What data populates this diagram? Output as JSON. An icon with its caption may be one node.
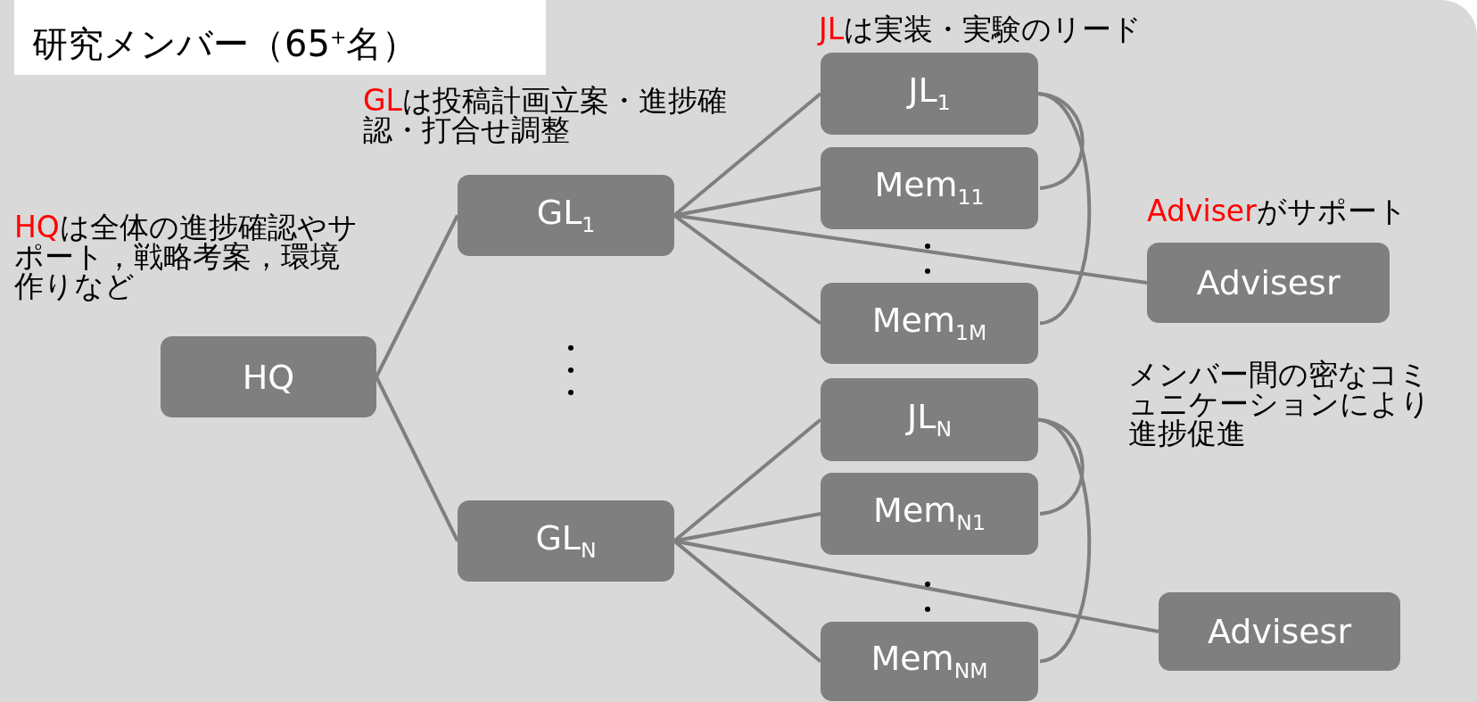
{
  "diagram": {
    "title": "研究メンバー（65$^{+}$名）",
    "nodes": [
      {
        "text": [
          "HQ"
        ]
      },
      {
        "text": [
          "GL$_{1}$"
        ]
      },
      {
        "text": [
          "GL$_{N}$"
        ]
      },
      {
        "text": [
          "JL$_{1}$"
        ]
      },
      {
        "text": [
          "Mem$_{11}$"
        ]
      },
      {
        "text": [
          "Mem$_{1M}$"
        ]
      },
      {
        "text": [
          "JL$_{N}$"
        ]
      },
      {
        "text": [
          "Mem$_{N1}$"
        ]
      },
      {
        "text": [
          "Mem$_{NM}$"
        ]
      },
      {
        "text": [
          "Advisesr"
        ]
      },
      {
        "text": [
          "Advisesr"
        ]
      }
    ],
    "edges": [
      {
        "from": 0,
        "to": 1,
        "arrow": "none"
      },
      {
        "from": 0,
        "to": 2,
        "arrow": "none"
      },
      {
        "from": 1,
        "to": 3,
        "arrow": "none"
      },
      {
        "from": 1,
        "to": 4,
        "arrow": "none"
      },
      {
        "from": 1,
        "to": 5,
        "arrow": "none"
      },
      {
        "from": 1,
        "to": 9,
        "arrow": "none"
      },
      {
        "from": 2,
        "to": 6,
        "arrow": "none"
      },
      {
        "from": 2,
        "to": 7,
        "arrow": "none"
      },
      {
        "from": 2,
        "to": 8,
        "arrow": "none"
      },
      {
        "from": 2,
        "to": 10,
        "arrow": "none"
      },
      {
        "from": 3,
        "to": 4,
        "arrow": "none"
      },
      {
        "from": 3,
        "to": 5,
        "arrow": "none"
      },
      {
        "from": 6,
        "to": 7,
        "arrow": "none"
      },
      {
        "from": 6,
        "to": 8,
        "arrow": "none"
      }
    ],
    "labels": [
      "**JL**は実装・実験のリード",
      "**GL**は投稿計画立案・進捗確認・打合せ調整",
      "**HQ**は全体の進捗確認やサポート，戦略考案，環境作りなど",
      "**Adviser**がサポート",
      "メンバー間の密なコミュニケーションにより進捗促進"
    ]
  }
}
